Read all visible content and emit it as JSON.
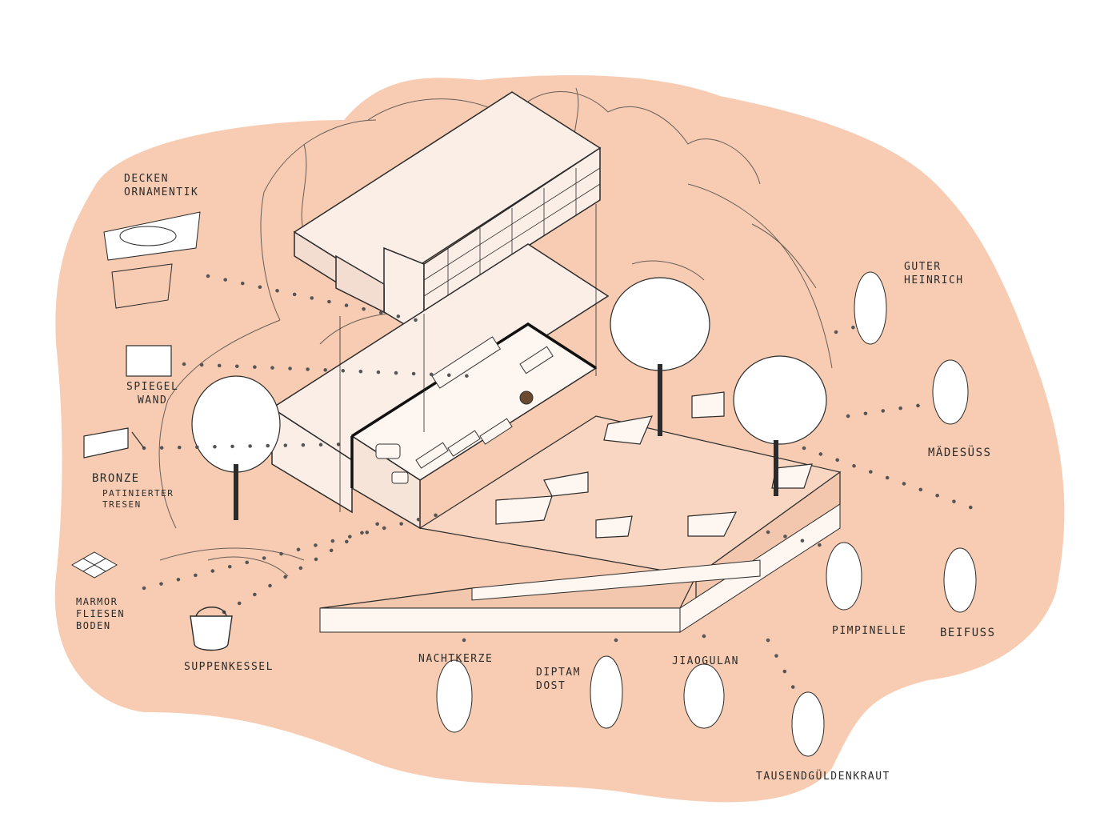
{
  "colors": {
    "background": "#ffffff",
    "blob": "#f7ccb2",
    "building": "#fbeee6",
    "line": "#2b2b2b",
    "dot": "#555555",
    "leaf_white": "#ffffff"
  },
  "labels": {
    "decken_ornamentik": "DECKEN\nORNAMENTIK",
    "spiegelwand": "SPIEGEL\nWAND",
    "bronze": "BRONZE",
    "bronze_sub": "PATINIERTER\nTRESEN",
    "marmor": "MARMOR\nFLIESEN\nBODEN",
    "suppenkessel": "SUPPENKESSEL",
    "guter_heinrich": "GUTER\nHEINRICH",
    "madesuss": "MÄDESÜSS",
    "pimpinelle": "PIMPINELLE",
    "beifuss": "BEIFUSS",
    "nachtkerze": "NACHTKERZE",
    "diptam_dost": "DIPTAM\nDOST",
    "jiaogulan": "JIAOGULAN",
    "tausendgulden": "TAUSENDGÜLDENKRAUT"
  },
  "icons": {
    "ceiling": "ceiling-ornament-icon",
    "mirror": "mirror-wall-icon",
    "counter": "bronze-counter-icon",
    "tiles": "marble-tiles-icon",
    "kettle": "soup-kettle-icon",
    "plant": "herb-plant-icon",
    "tree": "tree-icon"
  }
}
